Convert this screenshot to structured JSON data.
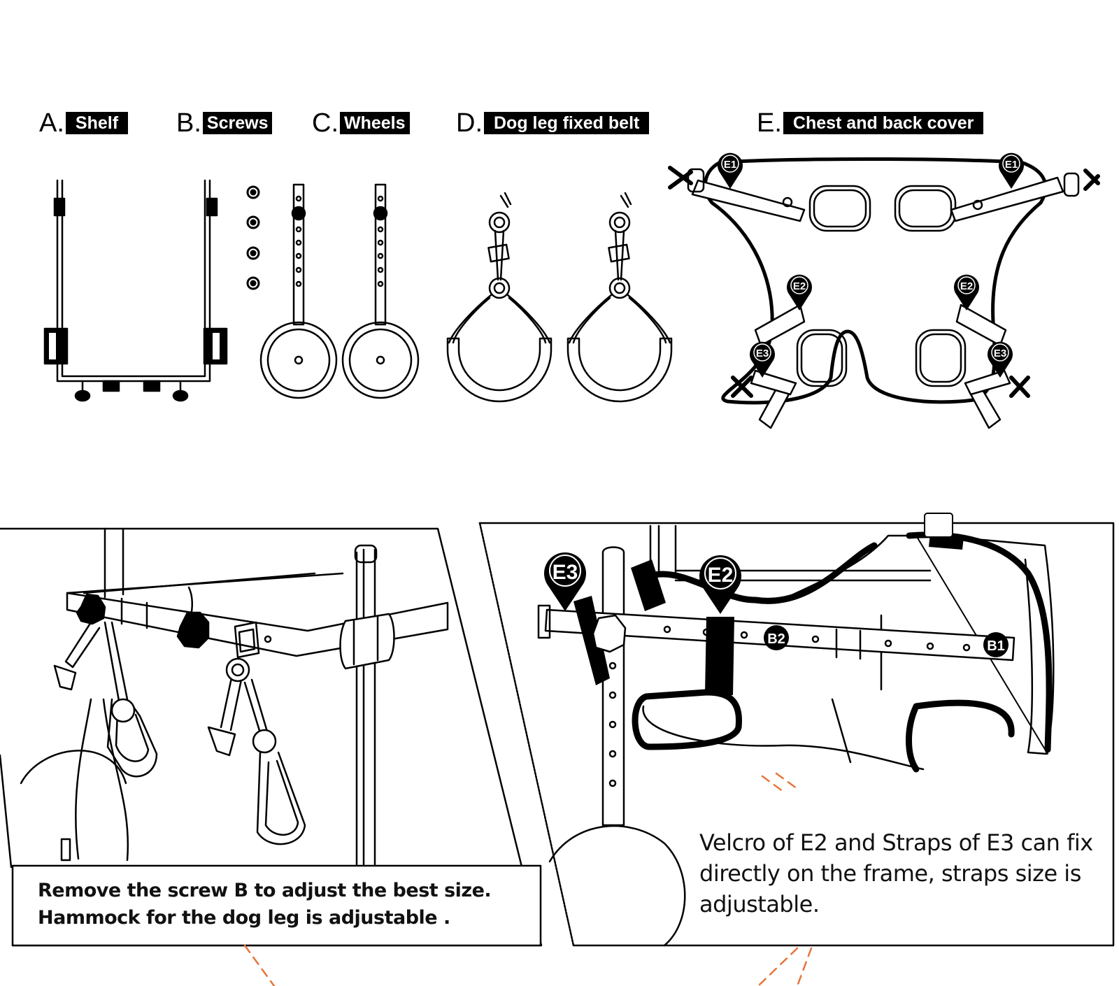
{
  "parts": [
    {
      "letter": "A.",
      "name": "Shelf"
    },
    {
      "letter": "B.",
      "name": "Screws"
    },
    {
      "letter": "C.",
      "name": "Wheels"
    },
    {
      "letter": "D.",
      "name": "Dog leg fixed belt"
    },
    {
      "letter": "E.",
      "name": "Chest and back cover"
    }
  ],
  "markers": {
    "e1": "E1",
    "e2": "E2",
    "e3": "E3",
    "b1": "B1",
    "b2": "B2"
  },
  "captions": {
    "left": [
      "Remove the screw B to adjust the best size.",
      "Hammock for the dog leg is adjustable ."
    ],
    "right": [
      "Velcro of E2 and Straps of E3 can fix",
      "directly on the frame, straps size is",
      "adjustable."
    ]
  },
  "colors": {
    "line": "#000000",
    "dashed_leader": "#e8743b",
    "background": "#ffffff"
  }
}
